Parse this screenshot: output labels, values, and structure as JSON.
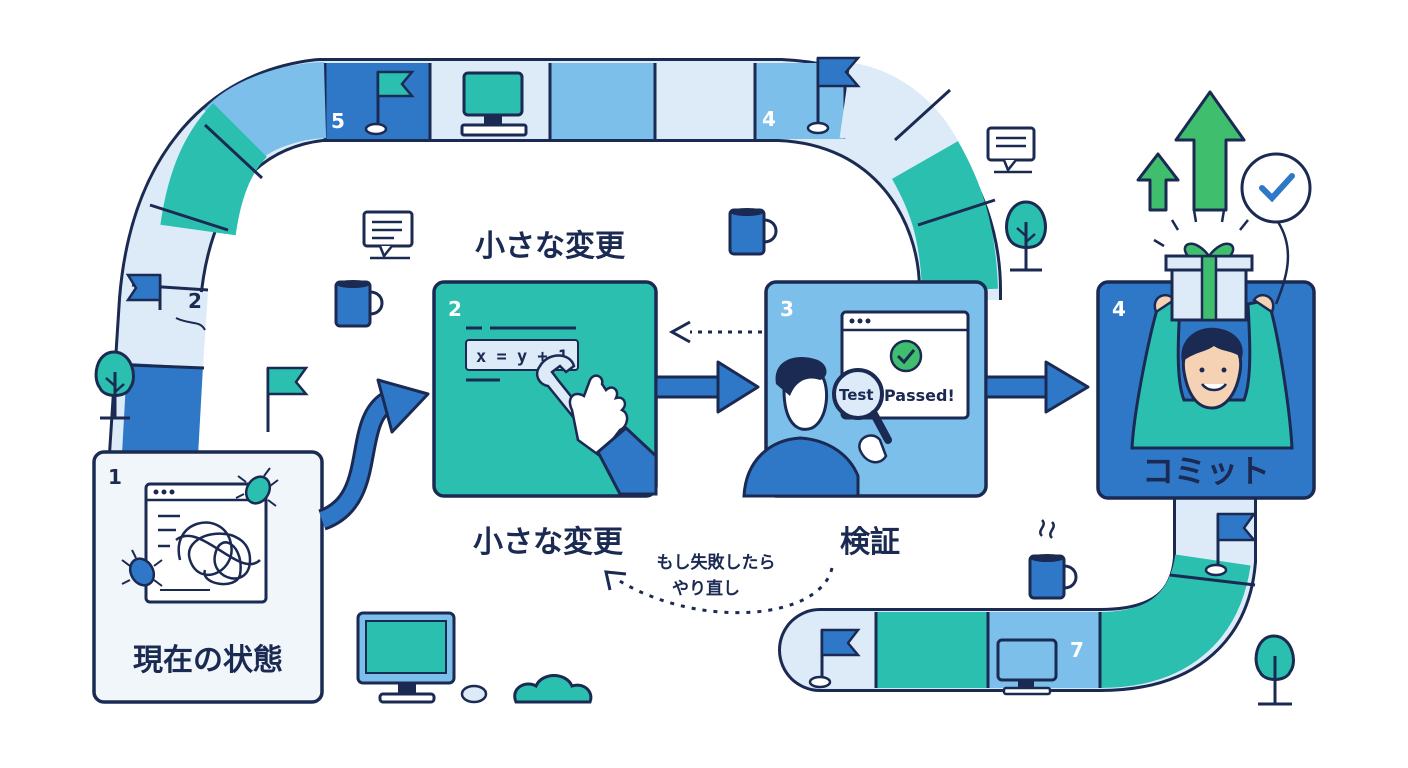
{
  "colors": {
    "navy": "#1b2a52",
    "teal": "#2bbfb0",
    "blue": "#2f78c8",
    "light_blue": "#7cbfea",
    "pale_blue": "#dcebf7",
    "green": "#3fbf6e",
    "skin": "#f6d2b5"
  },
  "stages": {
    "current": {
      "number": "1",
      "label": "現在の状態"
    },
    "change": {
      "number": "2",
      "heading": "小さな変更",
      "label": "小さな変更",
      "code": "x = y + 1"
    },
    "verify": {
      "number": "3",
      "label": "検証",
      "test_text_a": "Test",
      "test_text_b": "Passed!"
    },
    "commit": {
      "number": "4",
      "label": "コミット"
    }
  },
  "retry": {
    "line1": "もし失敗したら",
    "line2": "やり直し"
  },
  "track_numbers": {
    "n2": "2",
    "n4": "4",
    "n5": "5",
    "n7": "7"
  },
  "icons": [
    "flag-icon",
    "monitor-icon",
    "chat-bubble-icon",
    "coffee-mug-icon",
    "tree-icon",
    "bug-icon",
    "wrench-icon",
    "magnifier-icon",
    "check-circle-icon",
    "gift-icon",
    "up-arrow-icon",
    "cloud-icon"
  ]
}
